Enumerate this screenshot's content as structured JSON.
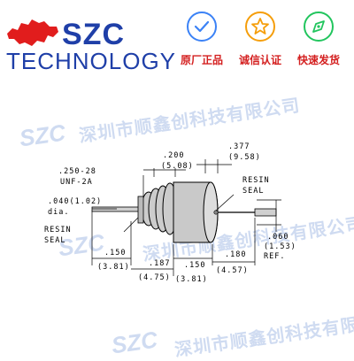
{
  "brand": {
    "name": "SZC",
    "subtitle": "TECHNOLOGY"
  },
  "badges": [
    {
      "icon": "check-icon",
      "label": "原厂正品",
      "color": "#3b82f6"
    },
    {
      "icon": "star-icon",
      "label": "诚信认证",
      "color": "#f59e0b"
    },
    {
      "icon": "compass-icon",
      "label": "快速发货",
      "color": "#22c55e"
    }
  ],
  "watermark": {
    "logo": "SZC",
    "text": "深圳市顺鑫创科技有限公司"
  },
  "drawing": {
    "thread_spec_1": ".250-28",
    "thread_spec_2": "UNF-2A",
    "wire_dia_1": ".040(1.02)",
    "wire_dia_2": "dia.",
    "resin_left_1": "RESIN",
    "resin_left_2": "SEAL",
    "resin_right_1": "RESIN",
    "resin_right_2": "SEAL",
    "dim_200": ".200",
    "dim_200_mm": "(5.08)",
    "dim_377": ".377",
    "dim_377_mm": "(9.58)",
    "dim_150a": ".150",
    "dim_150a_mm": "(3.81)",
    "dim_187": ".187",
    "dim_187_mm": "(4.75)",
    "dim_150b": ".150",
    "dim_150b_mm": "(3.81)",
    "dim_180": ".180",
    "dim_180_mm": "(4.57)",
    "dim_060": ".060",
    "dim_060_mm": "(1.53)",
    "ref": "REF."
  }
}
